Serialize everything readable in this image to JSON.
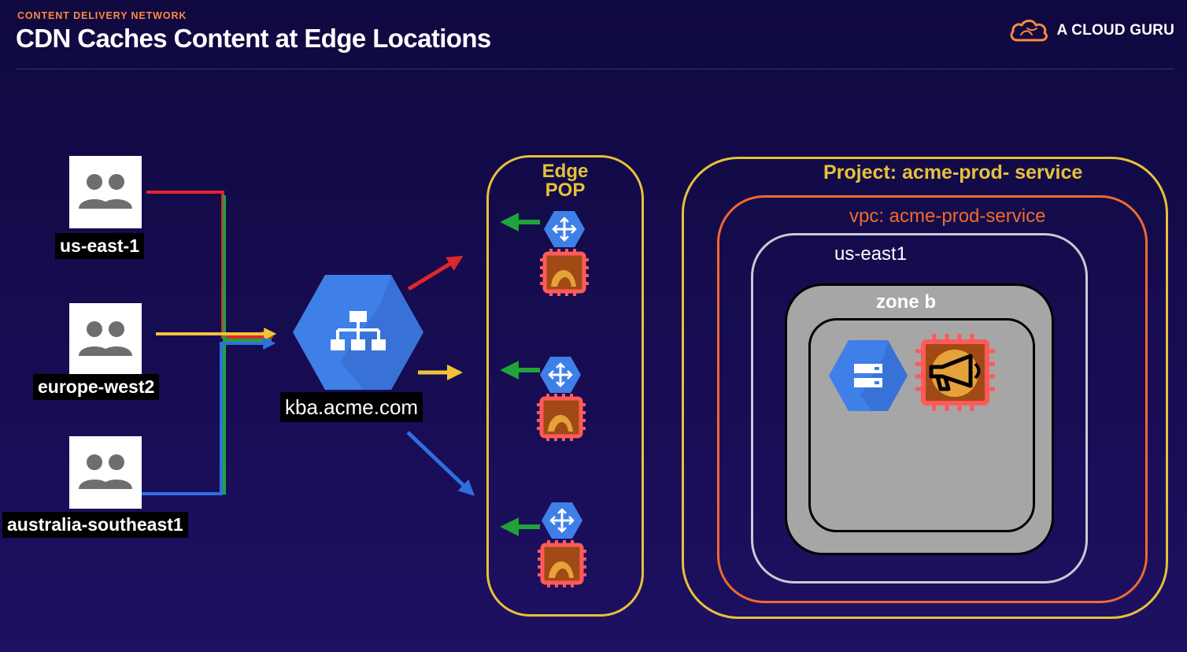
{
  "header": {
    "eyebrow": "CONTENT DELIVERY NETWORK",
    "title": "CDN Caches Content at Edge Locations",
    "brand": "A CLOUD GURU"
  },
  "regions": [
    {
      "name": "us-east-1",
      "line_color": "#e0262b"
    },
    {
      "name": "europe-west2",
      "line_color": "#f2c23a"
    },
    {
      "name": "australia-southeast1",
      "line_color": "#2f6fe0"
    }
  ],
  "load_balancer": {
    "label": "kba.acme.com"
  },
  "edge_pop": {
    "title": "Edge POP"
  },
  "project": {
    "title": "Project: acme-prod- service",
    "vpc": "vpc: acme-prod-service",
    "region": "us-east1",
    "zone": "zone b"
  },
  "colors": {
    "background": "#150c4d",
    "accent_orange": "#ff8a3d",
    "frame_yellow": "#e6c13a",
    "frame_orange": "#f06a2e",
    "gcp_blue": "#3f7fe8",
    "cache_red": "#ff5a5a",
    "arrow_green": "#1fa33a"
  },
  "icons": [
    "people-icon",
    "load-balancer-icon",
    "cdn-icon",
    "cache-icon",
    "storage-icon",
    "megaphone-icon",
    "cloud-logo-icon"
  ]
}
